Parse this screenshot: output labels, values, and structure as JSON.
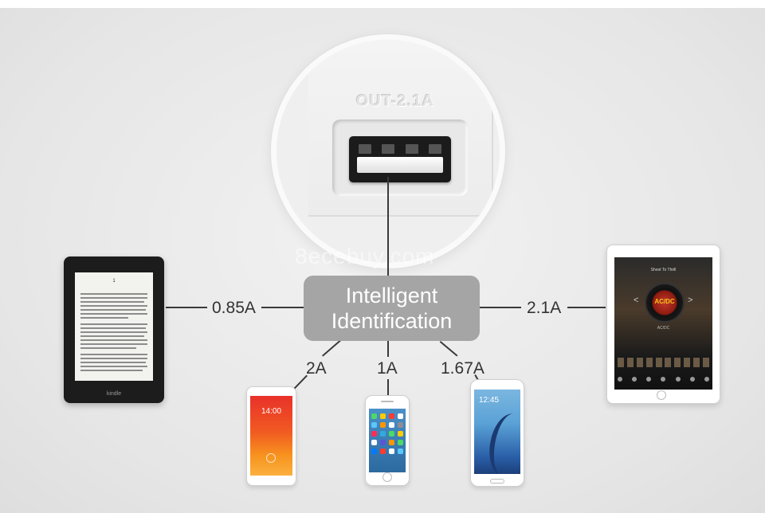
{
  "zoom": {
    "port_label": "OUT-2.1A",
    "watermark": "8ecebuy.com"
  },
  "center": {
    "line1": "Intelligent",
    "line2": "Identification"
  },
  "devices": {
    "kindle": {
      "current": "0.85A",
      "page_number": "1",
      "logo": "kindle"
    },
    "ipad": {
      "current": "2.1A",
      "song": "Shoot To Thrill",
      "album": "AC/DC",
      "artist": "AC/DC"
    },
    "mi_phone": {
      "current": "2A",
      "clock": "14:00"
    },
    "iphone": {
      "current": "1A"
    },
    "galaxy": {
      "current": "1.67A",
      "clock": "12:45"
    }
  },
  "colors": {
    "background": "#e9e9e9",
    "center_box": "#a5a5a5",
    "line": "#3a3a3a",
    "text": "#333333"
  }
}
